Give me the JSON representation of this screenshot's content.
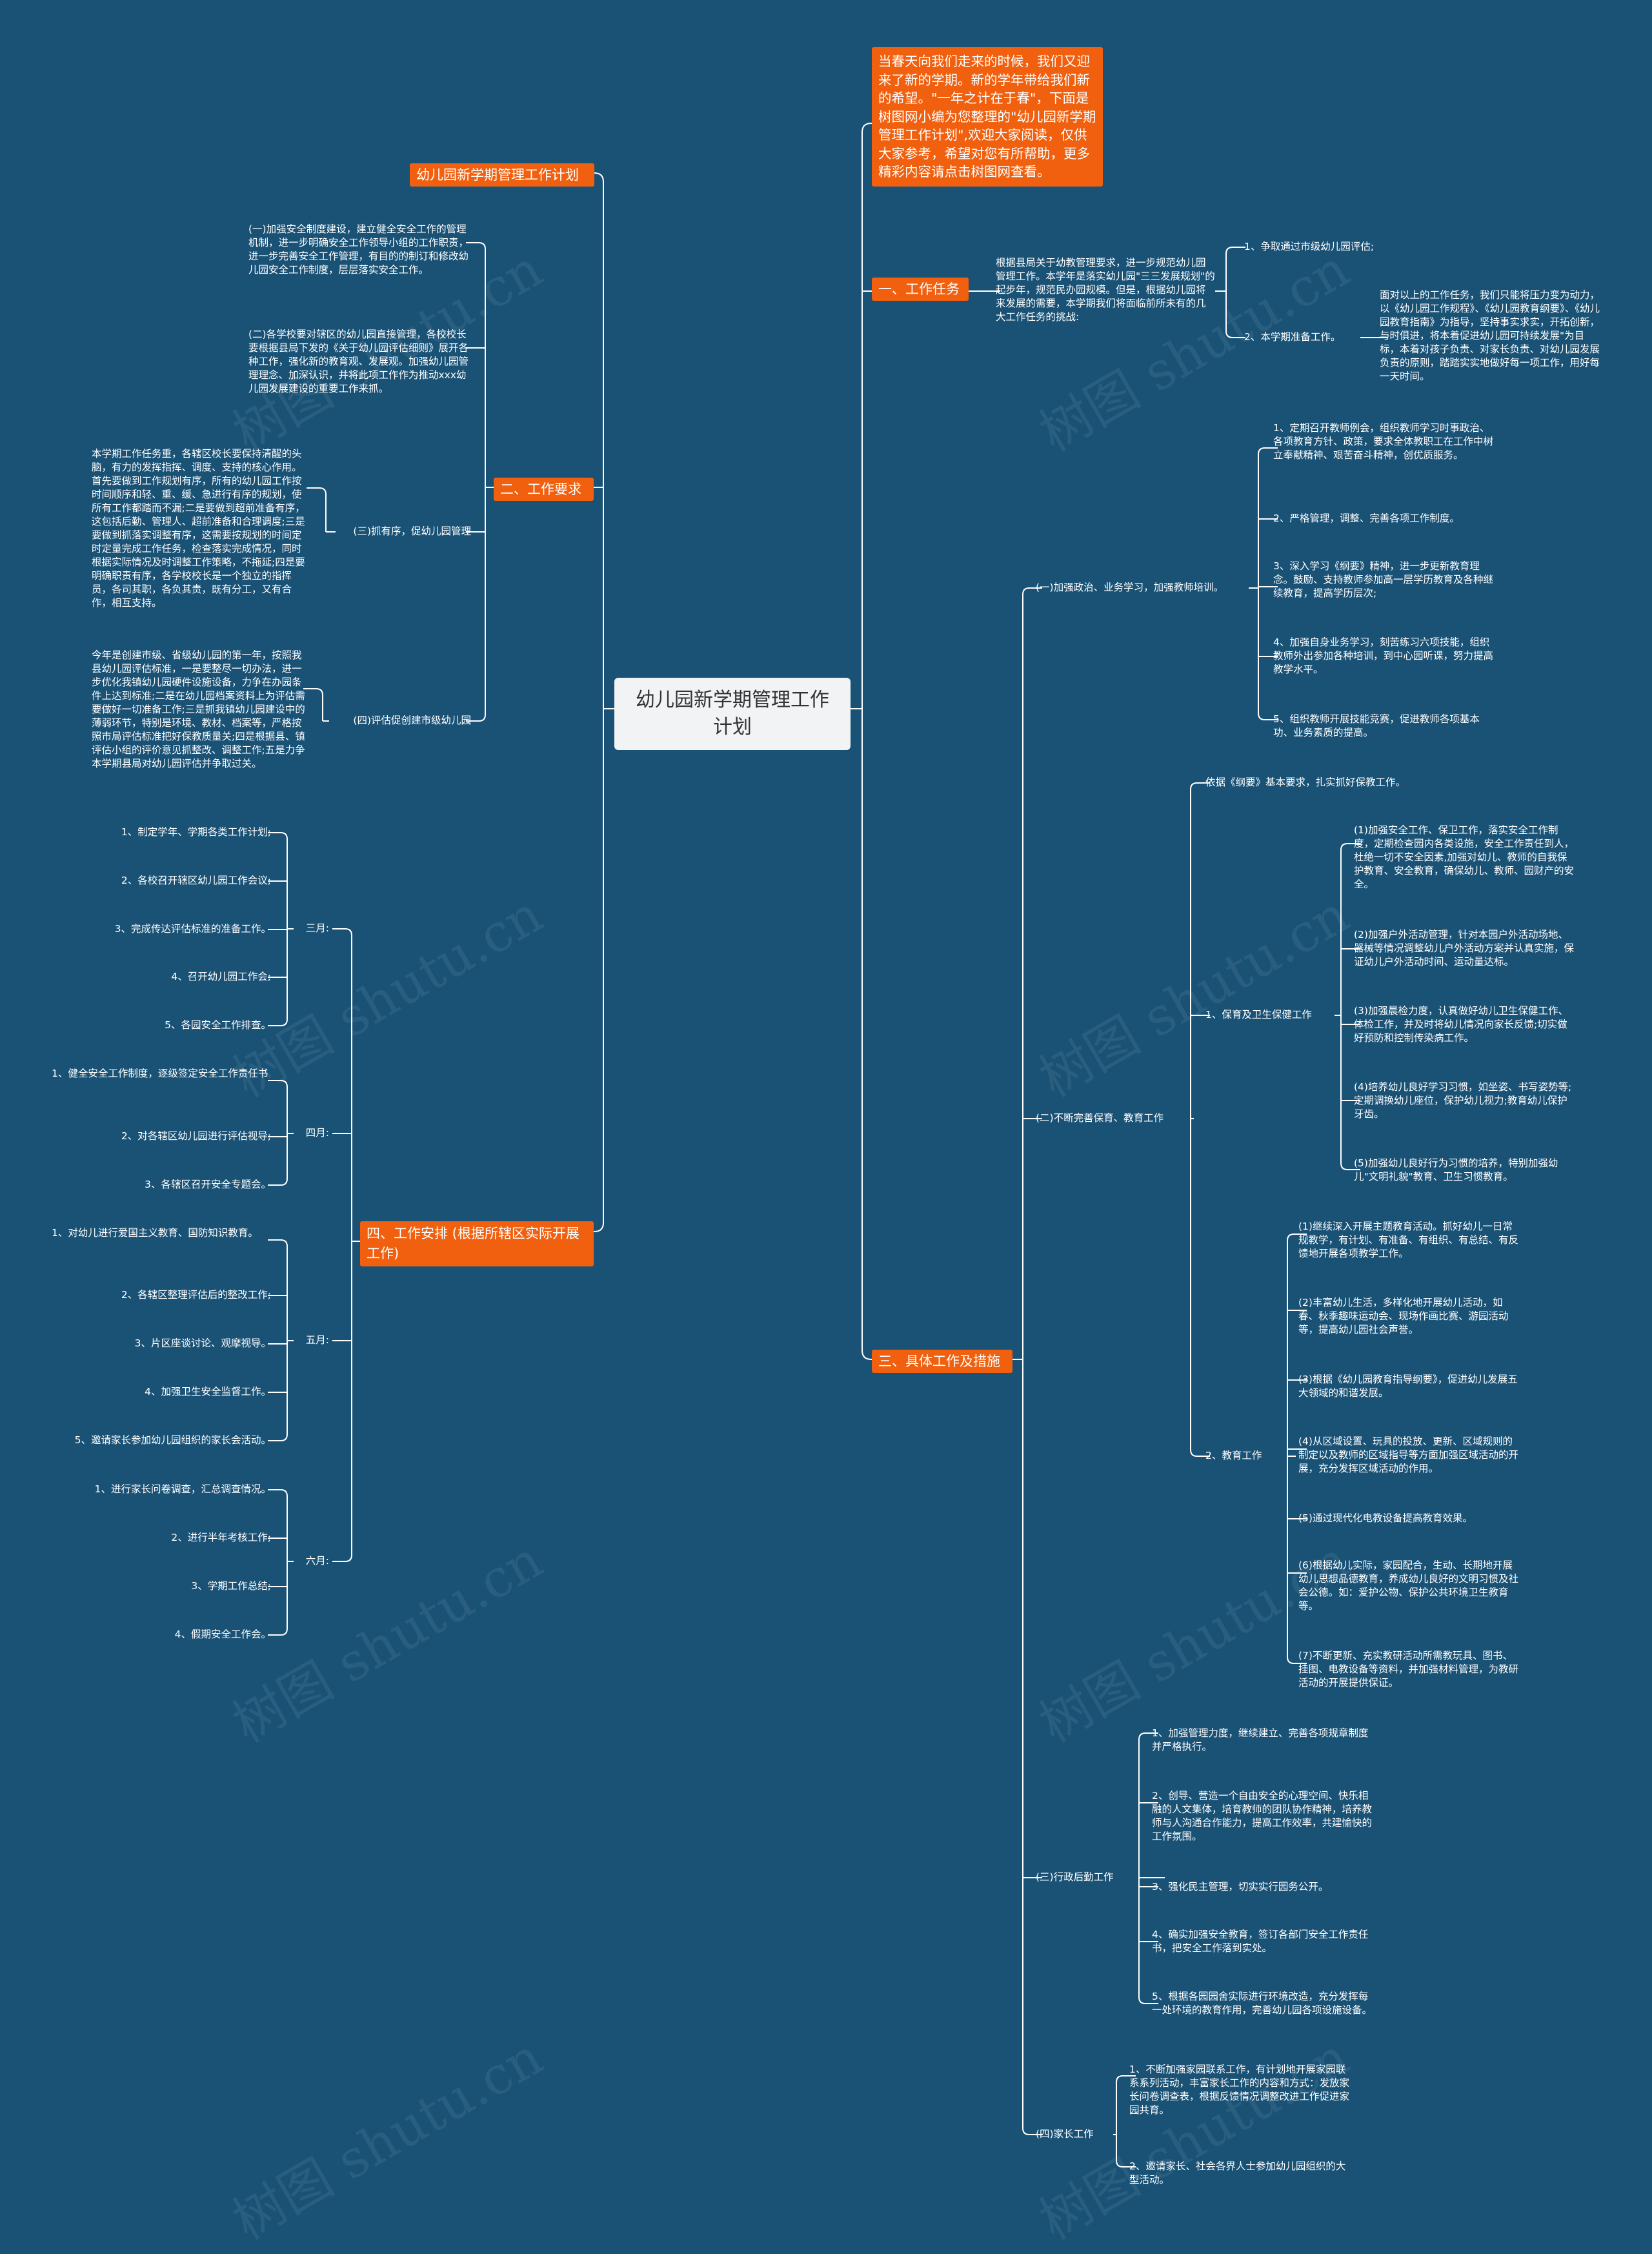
{
  "root": "幼儿园新学期管理工作计划",
  "watermark": "树图 shutu.cn",
  "colors": {
    "background": "#1a5276",
    "accent": "#f0600f",
    "root_bg": "#f1f3f4",
    "line": "#ffffff"
  },
  "intro": "当春天向我们走来的时候，我们又迎来了新的学期。新的学年带给我们新的希望。\"一年之计在于春\"，下面是树图网小编为您整理的\"幼儿园新学期管理工作计划\",欢迎大家阅读，仅供大家参考，希望对您有所帮助，更多精彩内容请点击树图网查看。",
  "left": {
    "title_label": "幼儿园新学期管理工作计划",
    "req": {
      "label": "二、工作要求",
      "a1": "(一)加强安全制度建设，建立健全安全工作的管理机制，进一步明确安全工作领导小组的工作职责，进一步完善安全工作管理，有目的的制订和修改幼儿园安全工作制度，层层落实安全工作。",
      "a2": "(二)各学校要对辖区的幼儿园直接管理，各校校长要根据县局下发的《关于幼儿园评估细则》展开各种工作，强化新的教育观、发展观。加强幼儿园管理理念、加深认识，并将此项工作作为推动xxx幼儿园发展建设的重要工作来抓。",
      "a3_label": "(三)抓有序，促幼儿园管理",
      "a3_text": "本学期工作任务重，各辖区校长要保持清醒的头脑，有力的发挥指挥、调度、支持的核心作用。首先要做到工作规划有序，所有的幼儿园工作按时间顺序和轻、重、缓、急进行有序的规划，使所有工作都踏而不漏;二是要做到超前准备有序，这包括后勤、管理人、超前准备和合理调度;三是要做到抓落实调整有序，这需要按规划的时间定时定量完成工作任务，检查落实完成情况，同时根据实际情况及时调整工作策略，不拖延;四是要明确职责有序，各学校校长是一个独立的指挥员，各司其职，各负其责，既有分工，又有合作，相互支持。",
      "a4_label": "(四)评估促创建市级幼儿园",
      "a4_text": "今年是创建市级、省级幼儿园的第一年，按照我县幼儿园评估标准，一是要整尽一切办法，进一步优化我镇幼儿园硬件设施设备，力争在办园条件上达到标准;二是在幼儿园档案资料上为评估需要做好一切准备工作;三是抓我镇幼儿园建设中的薄弱环节，特别是环境、教材、档案等，严格按照市局评估标准把好保教质量关;四是根据县、镇评估小组的评价意见抓整改、调整工作;五是力争本学期县局对幼儿园评估并争取过关。"
    },
    "sched": {
      "label": "四、工作安排 (根据所辖区实际开展工作)",
      "months": [
        {
          "label": "三月:",
          "items": [
            "1、制定学年、学期各类工作计划;",
            "2、各校召开辖区幼儿园工作会议;",
            "3、完成传达评估标准的准备工作。",
            "4、召开幼儿园工作会;",
            "5、各园安全工作排查。"
          ]
        },
        {
          "label": "四月:",
          "items": [
            "1、健全安全工作制度，逐级签定安全工作责任书",
            "2、对各辖区幼儿园进行评估视导;",
            "3、各辖区召开安全专题会。"
          ]
        },
        {
          "label": "五月:",
          "items": [
            "1、对幼儿进行爱国主义教育、国防知识教育。",
            "2、各辖区整理评估后的整改工作;",
            "3、片区座谈讨论、观摩视导。",
            "4、加强卫生安全监督工作。",
            "5、邀请家长参加幼儿园组织的家长会活动。"
          ]
        },
        {
          "label": "六月:",
          "items": [
            "1、进行家长问卷调查，汇总调查情况。",
            "2、进行半年考核工作;",
            "3、学期工作总结;",
            "4、假期安全工作会。"
          ]
        }
      ]
    }
  },
  "right": {
    "task": {
      "label": "一、工作任务",
      "text": "根据县局关于幼教管理要求，进一步规范幼儿园管理工作。本学年是落实幼儿园\"三三发展规划\"的起步年，规范民办园规模。但是，根据幼儿园将来发展的需要，本学期我们将面临前所未有的几大工作任务的挑战:",
      "c1": "1、争取通过市级幼儿园评估;",
      "c2": "2、本学期准备工作。",
      "c2_text": "面对以上的工作任务，我们只能将压力变为动力，以《幼儿园工作规程》、《幼儿园教育纲要》、《幼儿园教育指南》为指导，坚持事实求实，开拓创新，与时俱进，将本着促进幼儿园可持续发展\"为目标，本着对孩子负责、对家长负责、对幼儿园发展负责的原则，踏踏实实地做好每一项工作，用好每一天时间。"
    },
    "measures": {
      "label": "三、具体工作及措施",
      "s1": {
        "label": "(一)加强政治、业务学习，加强教师培训。",
        "items": [
          "1、定期召开教师例会，组织教师学习时事政治、各项教育方针、政策，要求全体教职工在工作中树立奉献精神、艰苦奋斗精神，创优质服务。",
          "2、严格管理，调整、完善各项工作制度。",
          "3、深入学习《纲要》精神，进一步更新教育理念。鼓励、支持教师参加高一层学历教育及各种继续教育，提高学历层次;",
          "4、加强自身业务学习，刻苦练习六项技能，组织教师外出参加各种培训，到中心园听课，努力提高教学水平。",
          "5、组织教师开展技能竞赛，促进教师各项基本功、业务素质的提高。"
        ]
      },
      "s2": {
        "label": "(二)不断完善保育、教育工作",
        "intro": "依据《纲要》基本要求，扎实抓好保教工作。",
        "care_label": "1、保育及卫生保健工作",
        "care": [
          "(1)加强安全工作、保卫工作，落实安全工作制度，定期检查园内各类设施，安全工作责任到人，杜绝一切不安全因素,加强对幼儿、教师的自我保护教育、安全教育，确保幼儿、教师、园财产的安全。",
          "(2)加强户外活动管理，针对本园户外活动场地、器械等情况调整幼儿户外活动方案并认真实施，保证幼儿户外活动时间、运动量达标。",
          "(3)加强晨检力度，认真做好幼儿卫生保健工作、体检工作，并及时将幼儿情况向家长反馈;切实做好预防和控制传染病工作。",
          "(4)培养幼儿良好学习习惯，如坐姿、书写姿势等;定期调换幼儿座位，保护幼儿视力;教育幼儿保护牙齿。",
          "(5)加强幼儿良好行为习惯的培养，特别加强幼儿\"文明礼貌\"教育、卫生习惯教育。"
        ],
        "edu_label": "2、教育工作",
        "edu": [
          "(1)继续深入开展主题教育活动。抓好幼儿一日常规教学，有计划、有准备、有组织、有总结、有反馈地开展各项教学工作。",
          "(2)丰富幼儿生活，多样化地开展幼儿活动，如春、秋季趣味运动会、现场作画比赛、游园活动等，提高幼儿园社会声誉。",
          "(3)根据《幼儿园教育指导纲要》，促进幼儿发展五大领域的和谐发展。",
          "(4)从区域设置、玩具的投放、更新、区域规则的制定以及教师的区域指导等方面加强区域活动的开展，充分发挥区域活动的作用。",
          "(5)通过现代化电教设备提高教育效果。",
          "(6)根据幼儿实际，家园配合，生动、长期地开展幼儿思想品德教育，养成幼儿良好的文明习惯及社会公德。如：爱护公物、保护公共环境卫生教育等。",
          "(7)不断更新、充实教研活动所需教玩具、图书、挂图、电教设备等资料，并加强材料管理，为教研活动的开展提供保证。"
        ]
      },
      "s3": {
        "label": "(三)行政后勤工作",
        "items": [
          "1、加强管理力度，继续建立、完善各项规章制度并严格执行。",
          "2、创导、营造一个自由安全的心理空间、快乐相融的人文集体，培育教师的团队协作精神，培养教师与人沟通合作能力，提高工作效率，共建愉快的工作氛围。",
          "3、强化民主管理，切实实行园务公开。",
          "4、确实加强安全教育，签订各部门安全工作责任书，把安全工作落到实处。",
          "5、根据各园园舍实际进行环境改造，充分发挥每一处环境的教育作用，完善幼儿园各项设施设备。"
        ]
      },
      "s4": {
        "label": "(四)家长工作",
        "items": [
          "1、不断加强家园联系工作，有计划地开展家园联系系列活动，丰富家长工作的内容和方式：发放家长问卷调查表，根据反馈情况调整改进工作促进家园共育。",
          "2、邀请家长、社会各界人士参加幼儿园组织的大型活动。"
        ]
      }
    }
  }
}
